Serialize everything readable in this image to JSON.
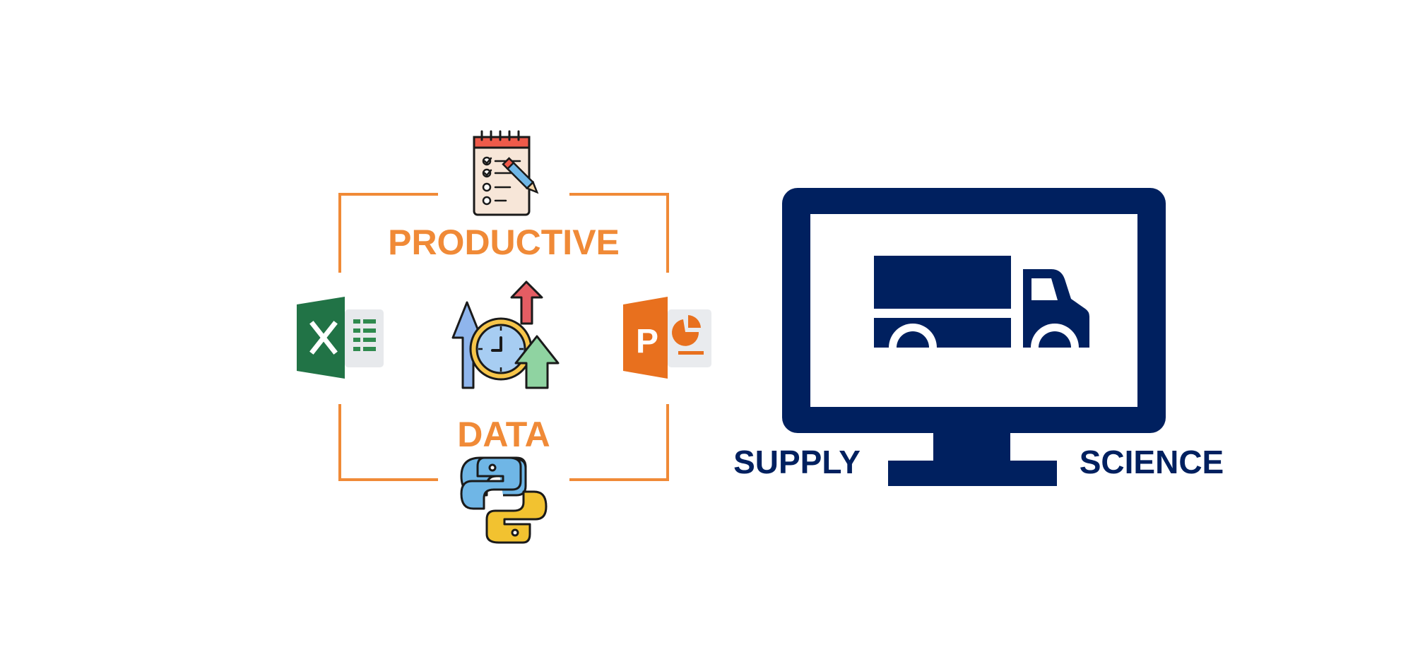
{
  "left_panel": {
    "title": "PRODUCTIVE",
    "subtitle": "DATA",
    "icons": [
      "checklist-icon",
      "excel-icon",
      "productivity-icon",
      "powerpoint-icon",
      "python-icon"
    ]
  },
  "logo": {
    "word_left": "SUPPLY",
    "word_right": "SCIENCE",
    "icons": [
      "monitor-icon",
      "truck-icon"
    ]
  },
  "colors": {
    "accent_orange": "#f08a37",
    "navy": "#00205f",
    "excel_green": "#217346",
    "powerpoint_orange": "#e8701e",
    "python_blue": "#6fb6e6",
    "python_yellow": "#f2c230"
  }
}
